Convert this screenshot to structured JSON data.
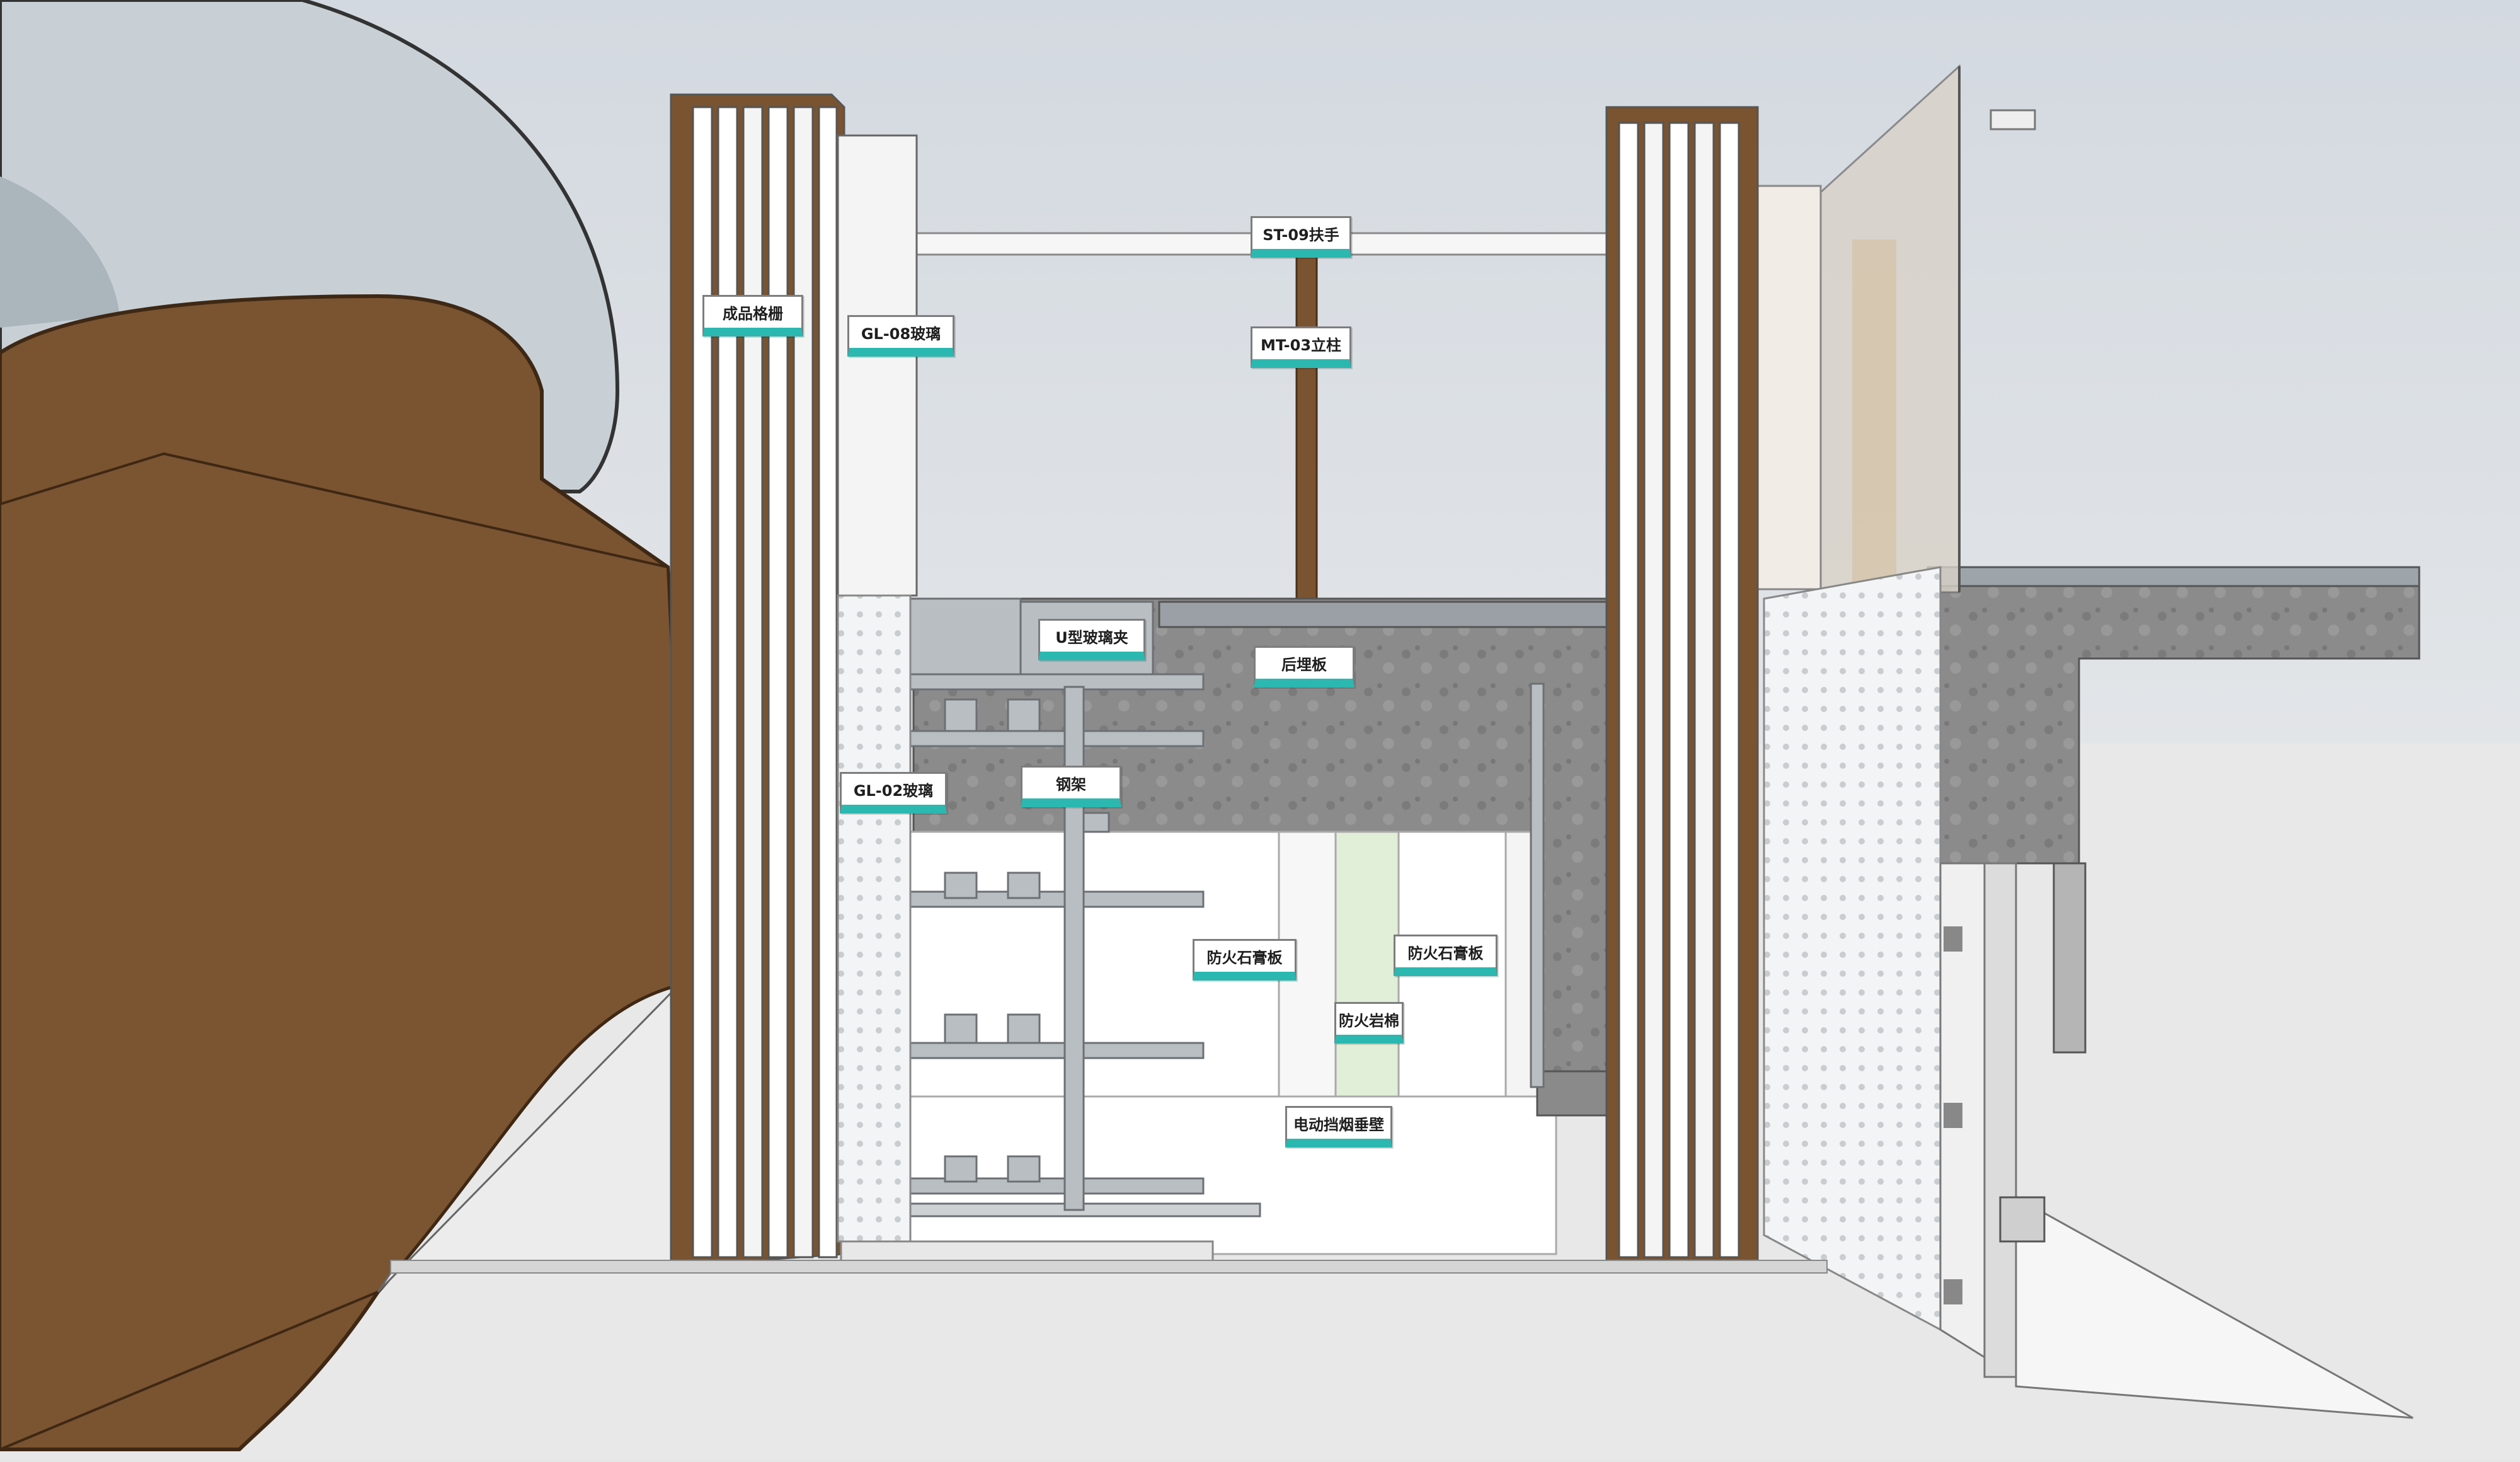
{
  "colors": {
    "sky": "#d8dde3",
    "ground": "#e8e8e8",
    "wood": "#7a5330",
    "wood_dark": "#5e3f22",
    "concrete": "#8e8e8e",
    "glass": "#b8c3c8",
    "teal_label_bar": "#2bb8b0"
  },
  "labels": {
    "grille": "成品格栅",
    "gl08": "GL-08玻璃",
    "st09": "ST-09扶手",
    "mt03": "MT-03立柱",
    "u_clip": "U型玻璃夹",
    "backing": "后埋板",
    "gl02": "GL-02玻璃",
    "steel": "钢架",
    "gypsum_left": "防火石膏板",
    "gypsum_right": "防火石膏板",
    "rockwool": "防火岩棉",
    "smoke_wall": "电动挡烟垂壁"
  }
}
